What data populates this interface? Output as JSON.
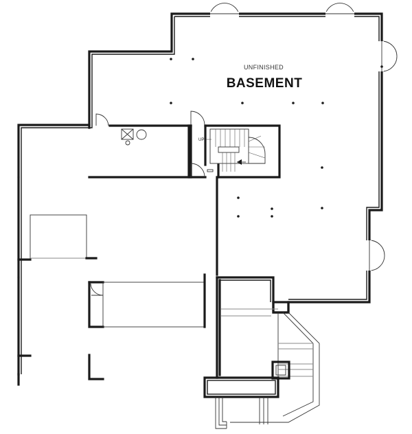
{
  "plan": {
    "room_caption": "UNFINISHED",
    "room_name": "BASEMENT",
    "stair_label": "UP"
  }
}
